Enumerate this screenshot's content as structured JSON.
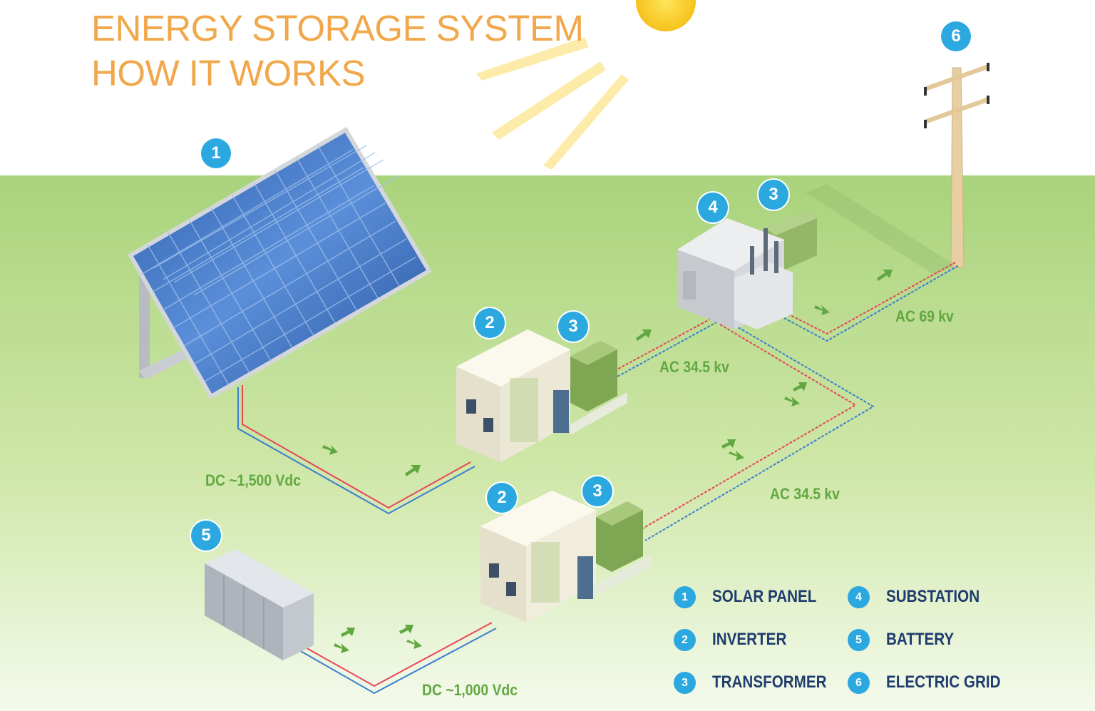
{
  "title": {
    "line1": "ENERGY STORAGE SYSTEM",
    "line2": "HOW IT WORKS"
  },
  "badges": {
    "solar_panel": "1",
    "inverter_top": "2",
    "transformer_top": "3",
    "substation": "4",
    "substation_transformer": "3",
    "battery": "5",
    "inverter_bottom": "2",
    "transformer_bottom": "3",
    "electric_grid": "6"
  },
  "wire_labels": {
    "dc_solar": "DC ~1,500 Vdc",
    "dc_battery": "DC ~1,000 Vdc",
    "ac_top": "AC 34.5 kv",
    "ac_bottom": "AC 34.5 kv",
    "ac_grid": "AC 69 kv"
  },
  "legend": [
    {
      "number": "1",
      "label": "SOLAR PANEL"
    },
    {
      "number": "2",
      "label": "INVERTER"
    },
    {
      "number": "3",
      "label": "TRANSFORMER"
    },
    {
      "number": "4",
      "label": "SUBSTATION"
    },
    {
      "number": "5",
      "label": "BATTERY"
    },
    {
      "number": "6",
      "label": "ELECTRIC GRID"
    }
  ],
  "colors": {
    "title": "#f1a74a",
    "badge": "#2ba8e0",
    "legend_text": "#1f3c6e",
    "wire_label": "#62a842",
    "wire_positive": "#e8455a",
    "wire_negative": "#3b7fd1",
    "ground": "#a9d37c",
    "sun": "#fcd43a"
  }
}
